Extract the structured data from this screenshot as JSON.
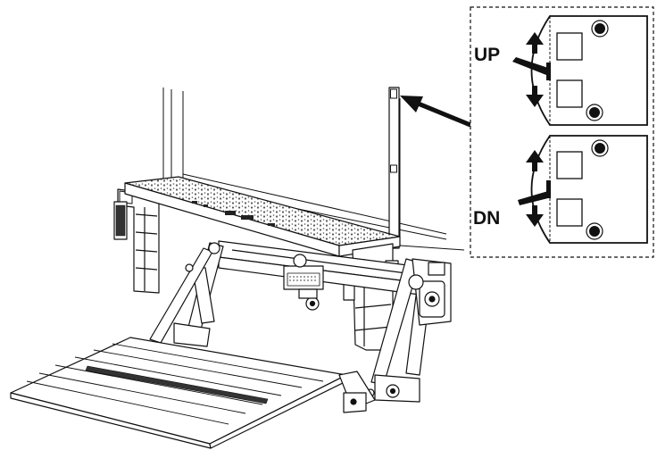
{
  "diagram": {
    "switch_states": [
      {
        "label": "UP",
        "lever_position": "up"
      },
      {
        "label": "DN",
        "lever_position": "down"
      }
    ]
  },
  "colors": {
    "line": "#111111",
    "panel_fill": "#ffffff",
    "inset_border": "#111111",
    "deck_texture": "#555555"
  }
}
